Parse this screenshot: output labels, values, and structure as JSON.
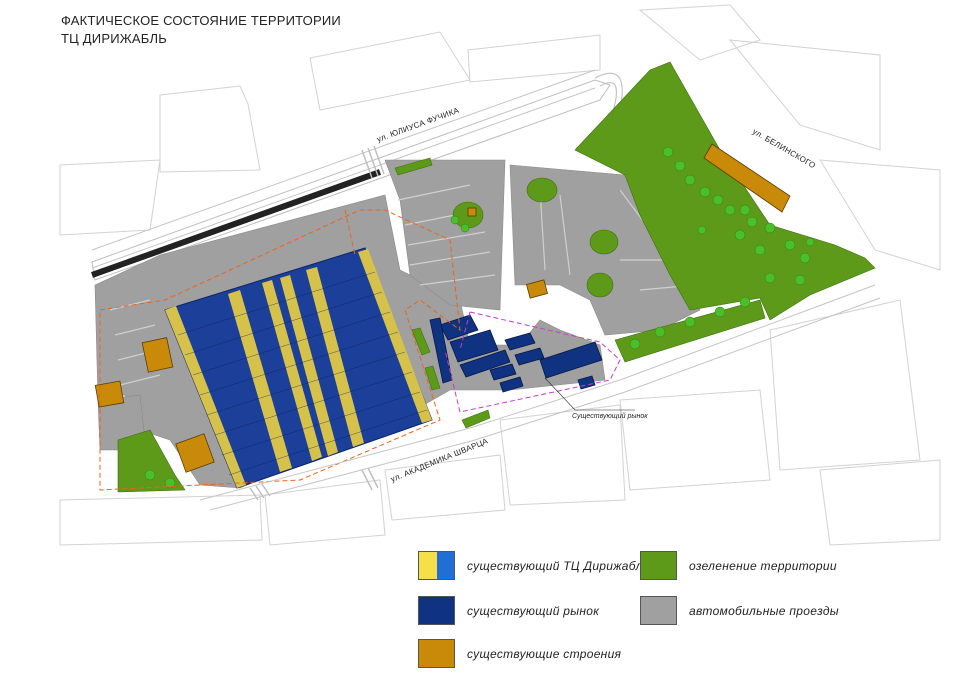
{
  "title": {
    "line1": "ФАКТИЧЕСКОЕ СОСТОЯНИЕ ТЕРРИТОРИИ",
    "line2": "ТЦ ДИРИЖАБЛЬ"
  },
  "streets": {
    "fuchika": "ул. ЮЛИУСА ФУЧИКА",
    "belinskogo": "ул. БЕЛИНСКОГО",
    "shvartsa": "ул. АКАДЕМИКА ШВАРЦА"
  },
  "callout": {
    "market": "Существующий рынок"
  },
  "legend": {
    "dirizhabl": {
      "label": "существующий ТЦ Дирижабль",
      "colors": [
        "#f5e04a",
        "#1f6fd6"
      ]
    },
    "market": {
      "label": "существующий рынок",
      "color": "#0f3380"
    },
    "buildings": {
      "label": "существующие строения",
      "color": "#c98a0a"
    },
    "greenery": {
      "label": "озеленение территории",
      "color": "#5e9a1a"
    },
    "roads": {
      "label": "автомобильные проезды",
      "color": "#a0a0a0"
    }
  },
  "colors": {
    "road_gray": "#a0a0a0",
    "green": "#5e9a1a",
    "blue_roof": "#1c3f99",
    "yellow_roof": "#d6c24a",
    "market_blue": "#0f3380",
    "building_orange": "#c98a0a",
    "boundary_orange": "#e8641e",
    "boundary_magenta": "#c23ec8"
  }
}
